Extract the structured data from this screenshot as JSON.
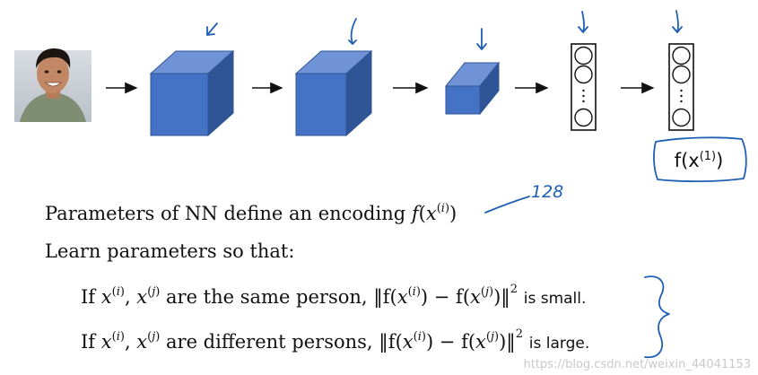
{
  "annotation": {
    "number": "128"
  },
  "text": {
    "line1": "Parameters of NN define an encoding",
    "line2": "Learn parameters so that:",
    "line3_prefix": "If",
    "line3_middle": "are the same person,",
    "line3_suffix": "is small.",
    "line4_prefix": "If",
    "line4_middle": "are different persons,",
    "line4_suffix": "is large."
  },
  "output_label": "f(x⁽¹⁾)",
  "watermark": "https://blog.csdn.net/weixin_44041153",
  "colors": {
    "cube": "#4472c4",
    "cube_top": "#6f93d6",
    "cube_side": "#2f5597",
    "ink": "#1f5fb3"
  }
}
